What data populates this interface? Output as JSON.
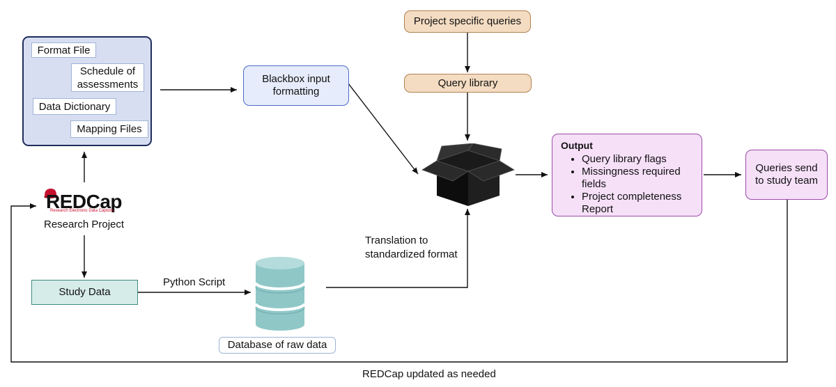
{
  "inputs": {
    "format_file": "Format File",
    "schedule_line1": "Schedule of",
    "schedule_line2": "assessments",
    "data_dictionary": "Data Dictionary",
    "mapping_files": "Mapping Files"
  },
  "redcap": {
    "logo_text": "REDCap",
    "logo_tagline": "Research Electronic Data Capture",
    "project_label": "Research Project"
  },
  "blackbox": {
    "line1": "Blackbox input",
    "line2": "formatting"
  },
  "queries": {
    "project_specific": "Project specific queries",
    "library": "Query library"
  },
  "output": {
    "title": "Output",
    "items": [
      "Query library flags",
      "Missingness required fields",
      "Project completeness Report"
    ]
  },
  "queries_send": {
    "line1": "Queries send",
    "line2": "to study team"
  },
  "study_data": "Study Data",
  "python_script": "Python Script",
  "database": "Database of raw data",
  "translation": {
    "line1": "Translation to",
    "line2": "standardized format"
  },
  "feedback": "REDCap updated as needed",
  "colors": {
    "inputs_fill": "#d8def2",
    "inputs_border": "#1f2d5a",
    "blackbox_fill": "#e6ecfb",
    "blackbox_border": "#4a6cc4",
    "query_fill": "#f4dcc2",
    "query_border": "#b08050",
    "output_fill": "#f6e0f8",
    "output_border": "#9a4aa6",
    "study_fill": "#d6ece9",
    "study_border": "#3c8a7e",
    "db_fill": "#8fc7c7",
    "redcap_red": "#c8102e"
  }
}
